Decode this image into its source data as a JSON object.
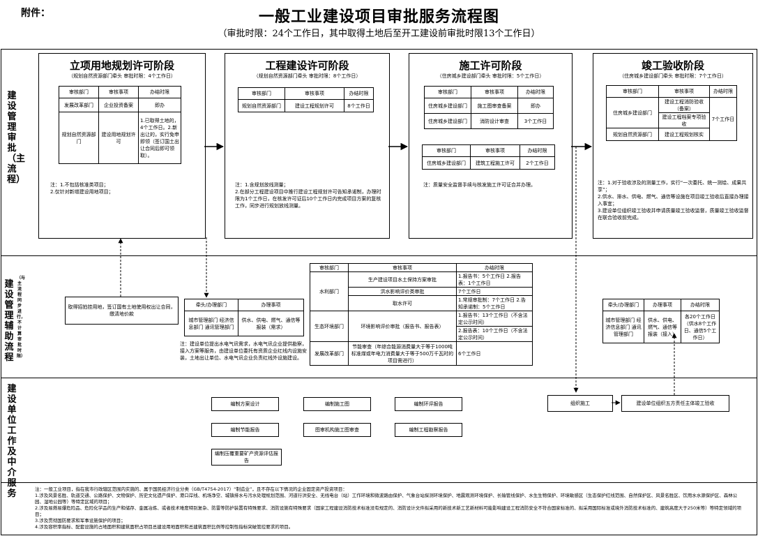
{
  "annex": "附件：",
  "title": "一般工业建设项目审批服务流程图",
  "subtitle": "（审批时限：24个工作日，其中取得土地后至开工建设前审批时限13个工作日）",
  "lanes": {
    "main": "建设管理审批（主流程）",
    "aux": "建设管理辅助流程",
    "aux_side": "（与主流程同步进行，不计算审批时限）",
    "service": "建设单位工作及中介服务"
  },
  "headers": {
    "dept": "审核部门",
    "item": "审核事项",
    "limit": "办结时限",
    "dept2": "牵头/办理部门",
    "item2": "办理事项"
  },
  "stage1": {
    "title": "立项用地规划许可阶段",
    "sub": "（规划自然资源部门牵头 审批时限：4个工作日）",
    "rows": [
      {
        "dept": "发展改革部门",
        "item": "企业投资备案",
        "limit": "即办"
      },
      {
        "dept": "规划自然资源部门",
        "item": "建设用地规划许可",
        "limit": "1.已取得土地的，4个工作日。2.新出让的，实行免申即领（签订国土出让合同后即可领取）。"
      }
    ],
    "notes": [
      "注：1.不包括核准类项目；",
      "2.仅针对新增建设用地项目；"
    ]
  },
  "stage2": {
    "title": "工程建设许可阶段",
    "sub": "（规划自然资源部门牵头 审批时限：8个工作日）",
    "row": {
      "dept": "规划自然资源部门",
      "item": "建设工程规划许可",
      "limit": "8个工作日"
    },
    "notes": [
      "注：1.含规划放线测量；",
      "2.在部分工程建设项目中推行建设工程规划许可告知承诺制，办理时限为1个工作日，在核发许可证后10个工作日内完成项目方案的复核工作，同步进行规划放线测量。"
    ]
  },
  "stage3": {
    "title": "施工许可阶段",
    "sub": "（住房城乡建设部门牵头 审批时限：5个工作日）",
    "rows": [
      {
        "dept": "住房城乡建设部门",
        "item": "施工图审查备案",
        "limit": "即办"
      },
      {
        "dept": "住房城乡建设部门",
        "item": "消防设计审查",
        "limit": "3个工作日"
      }
    ],
    "row2": {
      "dept": "住房城乡建设部门",
      "item": "建筑工程施工许可",
      "limit": "2个工作日"
    },
    "notes": [
      "注：质量安全监督手续与核发施工许可证合并办理。"
    ]
  },
  "stage4": {
    "title": "竣工验收阶段",
    "sub": "（住房城乡建设部门牵头 审批时限：7个工作日）",
    "dept_a": "住房城乡建设部门",
    "dept_b": "规划自然资源部门",
    "items": [
      "建设工程消防验收（备案）",
      "建设工程档案专项验收",
      "建设工程规划核实"
    ],
    "limit": "7个工作日",
    "notes": [
      "注：1.对于验收涉及的测量工作，实行“一次委托、统一测绘、成果共享”；",
      "2.供水、排水、供电、燃气、通信等设施在项目竣工验收后直接办理接入事宜；",
      "3.建设单位组织竣工验收并申请质量竣工验收监督，质量竣工验收监督在联合验收前完成。"
    ]
  },
  "aux": {
    "land_box": "取得招拍挂用地，签订国有土地使用权出让合同，缴清地价款",
    "util1": {
      "depts": "城市管理部门 经济信息部门 通讯管理部门",
      "item": "供水、供电、燃气、通信等报装（需求）",
      "note": "注：建设单位提出水电气讯需求，水电气讯企业提供勘察，接入方案等服务，由建设单位委托有资质企业红线内设施安装，土地出让单位、水电气讯企业负责红线外设施建设。"
    },
    "center": [
      {
        "dept": "水利部门",
        "item": "生产建设项目水土保持方案审批",
        "limit": "1.报告书：5个工作日 2.报告表：1个工作日"
      },
      {
        "dept": "",
        "item": "洪水影响评价类审批",
        "limit": "7个工作日"
      },
      {
        "dept": "",
        "item": "取水许可",
        "limit": "1.常规审批制：7个工作日 2.告知承诺制：5个工作日"
      },
      {
        "dept": "生态环境部门",
        "item": "环境影响评价审批（报告书、报告表）",
        "limit": "1.报告书：13个工作日（不含法定公示时间）"
      },
      {
        "dept": "",
        "item": "",
        "limit": "2.报告表：10个工作日（不含法定公示时间）"
      },
      {
        "dept": "发展改革部门",
        "item": "节能审查（年综合能源消费量大于等于1000吨标准煤或年电力消费量大于等于500万千瓦时的项目需进行）",
        "limit": "6个工作日"
      }
    ],
    "util2": {
      "depts": "城市管理部门 经济信息部门 通讯管理部门",
      "item": "供水、供电、燃气、通信等报装（接入）",
      "limit": "各20个工作日（供水8个工作日、通信5个工作日）"
    }
  },
  "service": {
    "boxes": [
      "编制方案设计",
      "编制施工图",
      "编制环评报告",
      "编制节能报告",
      "图审机构施工图审查",
      "编制工程勘察报告",
      "编制压覆重要矿产资源评估报告"
    ],
    "right": [
      "组织施工",
      "建设单位组织五方责任主体竣工验收"
    ]
  },
  "footnotes": [
    "注：一般工业项目，指在我市行政辖区范围内实施的、属于国民经济行业分类（GB/T4754-2017）“制造业”，且不存在以下情况的企业固定资产投资项目：",
    "1.涉及风景名胜、轨道交通、公路保护、文物保护、历史文化遗产保护、港口岸线、机场净空、城镇排水与污水处理规划范围、河道行洪安全、无线电台（站）工作环境和微波路由保护、气象台站探测环境保护、地震观测环境保护、长输管线保护、水生生物保护、环境敏感区（生态保护红线范围、自然保护区、风景名胜区、饮用水水源保护区、森林公园、湿地公园等）等特定区域的项目；",
    "2.涉及易燃易爆危险品、危险化学品的生产和储存、金属冶炼、或者技术难度特别复杂、防雷等防护装置有特殊要求、消防设施有特殊要求（国家工程建设消防技术标准没有规定的、消防设计文件拟采用的新技术新工艺新材料可能影响建设工程消防安全不符合国家标准的、拟采用国际标准或境外消防技术标准的、建筑高度大于250米等）等特定领域的项目；",
    "3.涉及贯彻国防要求和军事设施保护的项目；",
    "4.涉及容积率指标、配套设施的占地面积和建筑面积占项目总建设用地面积和总建筑面积比例等控制性指标突破管控要求的项目。"
  ]
}
